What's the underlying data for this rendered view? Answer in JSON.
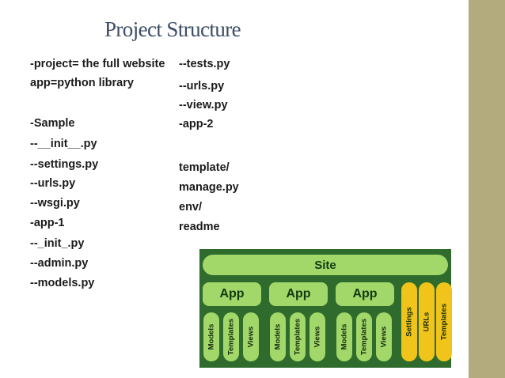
{
  "title": "Project Structure",
  "left_column": [
    "-project= the full website",
    "app=python library",
    "-Sample",
    "--__init__.py",
    "--settings.py",
    "--urls.py",
    "--wsgi.py",
    "-app-1",
    "--_init_.py",
    "--admin.py",
    "--models.py"
  ],
  "right_column": [
    "--tests.py",
    "--urls.py",
    "--view.py",
    "-app-2",
    "template/",
    "manage.py",
    "env/",
    "readme"
  ],
  "diagram": {
    "site_label": "Site",
    "apps": [
      {
        "label": "App",
        "parts": [
          "Models",
          "Templates",
          "Views"
        ]
      },
      {
        "label": "App",
        "parts": [
          "Models",
          "Templates",
          "Views"
        ]
      },
      {
        "label": "App",
        "parts": [
          "Models",
          "Templates",
          "Views"
        ]
      }
    ],
    "site_parts": [
      "Settings",
      "URLs",
      "Templates"
    ],
    "colors": {
      "background": "#2e6b2c",
      "component": "#a2d76a",
      "site_component": "#f0c41a"
    }
  }
}
